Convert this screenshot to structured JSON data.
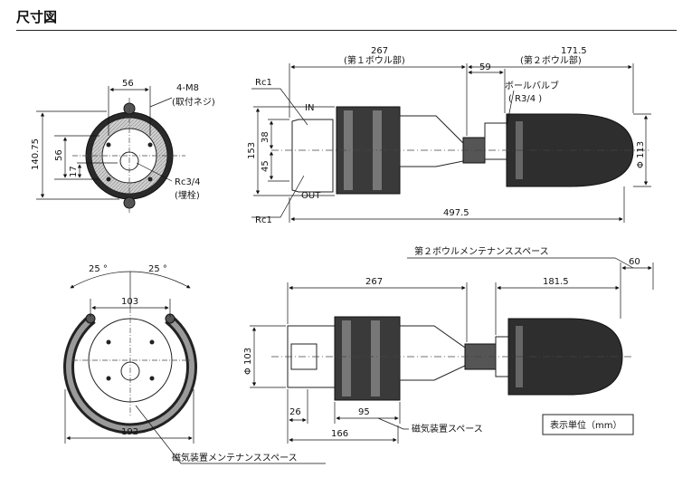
{
  "title": "尺寸図",
  "top_front": {
    "d56": "56",
    "bolt_label": "4-M8",
    "bolt_note": "(取付ネジ)",
    "d140_75": "140.75",
    "d56_v": "56",
    "d17": "17",
    "plug_label": "Rc3/4",
    "plug_note": "(埋栓)"
  },
  "top_side": {
    "d267": "267",
    "bowl1_note": "(第１ボウル部)",
    "d171_5": "171.5",
    "bowl2_note": "(第２ボウル部)",
    "d59": "59",
    "rc1_in_label": "Rc1",
    "in_label": "IN",
    "out_label": "OUT",
    "rc1_out_label": "Rc1",
    "ball_valve_label": "ボールバルブ",
    "ball_valve_note": "( R3/4  )",
    "d153": "153",
    "d38": "38",
    "d45": "45",
    "d113": "Φ 113",
    "d497_5": "497.5"
  },
  "bottom_front": {
    "angle_left": "25 °",
    "angle_right": "25 °",
    "d103": "103",
    "d192": "192",
    "maint_label": "磁気装置メンテナンススペース"
  },
  "bottom_side": {
    "bowl2_space_label": "第２ボウルメンテナンススペース",
    "d60": "60",
    "d267": "267",
    "d181_5": "181.5",
    "d103": "Φ 103",
    "d26": "26",
    "d95": "95",
    "d166": "166",
    "mag_space_label": "磁気装置スペース",
    "unit_label": "表示単位（mm）"
  }
}
